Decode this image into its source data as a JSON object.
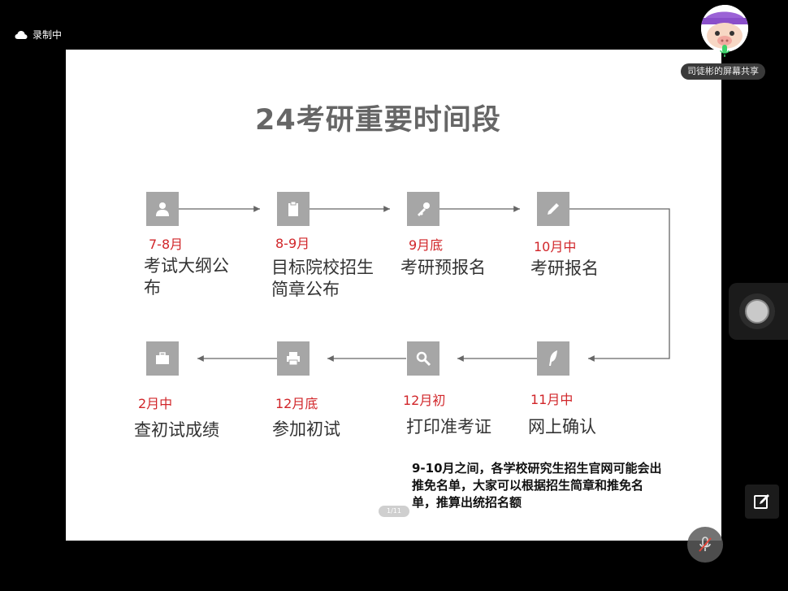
{
  "recording": {
    "label": "录制中",
    "icon": "cloud-icon"
  },
  "presenter": {
    "label": "司徒彬的屏幕共享"
  },
  "slide": {
    "title": "24考研重要时间段",
    "steps": [
      {
        "icon": "user-icon",
        "date": "7-8月",
        "label_lines": [
          "考试大纲公",
          "布"
        ]
      },
      {
        "icon": "clipboard-icon",
        "date": "8-9月",
        "label_lines": [
          "目标院校招生",
          "简章公布"
        ]
      },
      {
        "icon": "key-icon",
        "date": "9月底",
        "label_lines": [
          "考研预报名"
        ]
      },
      {
        "icon": "pencil-icon",
        "date": "10月中",
        "label_lines": [
          "考研报名"
        ]
      },
      {
        "icon": "quill-icon",
        "date": "11月中",
        "label_lines": [
          "网上确认"
        ]
      },
      {
        "icon": "search-icon",
        "date": "12月初",
        "label_lines": [
          "打印准考证"
        ]
      },
      {
        "icon": "printer-icon",
        "date": "12月底",
        "label_lines": [
          "参加初试"
        ]
      },
      {
        "icon": "briefcase-icon",
        "date": "2月中",
        "label_lines": [
          "查初试成绩"
        ]
      }
    ],
    "note": "9-10月之间，各学校研究生招生官网可能会出推免名单，大家可以根据招生简章和推免名单，推算出统招名额",
    "page_indicator": "1/11"
  },
  "controls": {
    "record": "record-button",
    "annotate": "annotate-button",
    "mute": "mic-muted-icon"
  },
  "colors": {
    "accent_red": "#d1262a",
    "icon_gray": "#a6a6a6",
    "title_gray": "#666666"
  }
}
